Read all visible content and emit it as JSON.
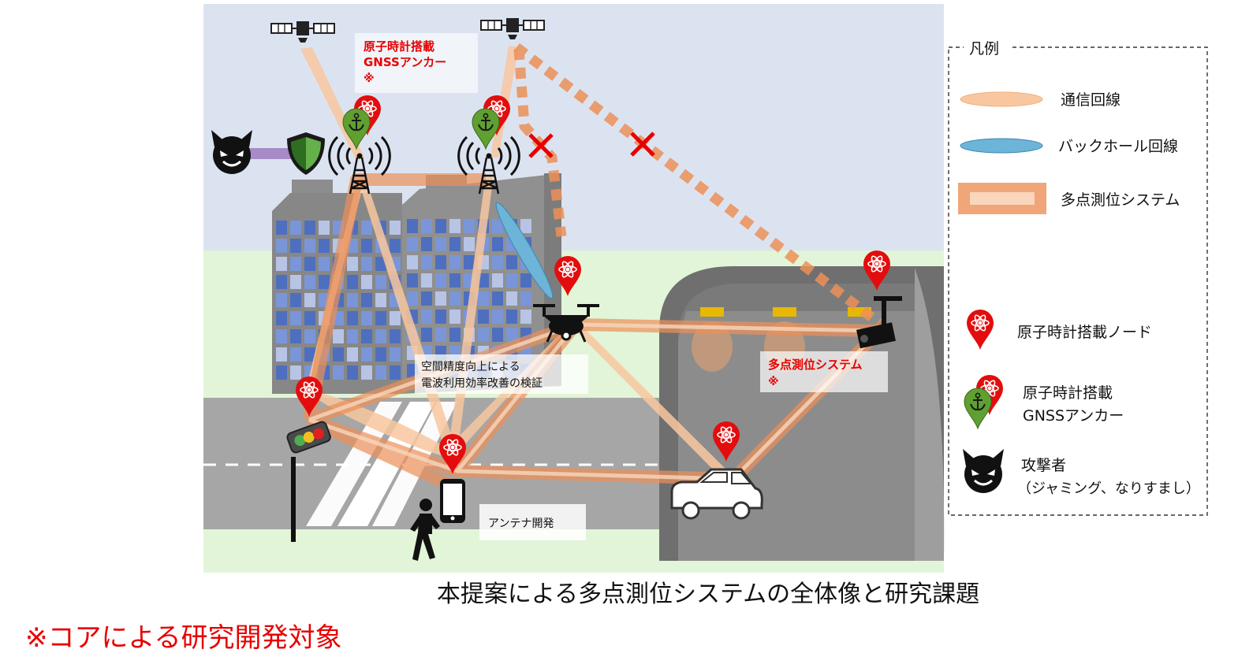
{
  "diagram": {
    "anchor_note": {
      "line1": "原子時計搭載",
      "line2": "GNSSアンカー",
      "mark": "※"
    },
    "verify_note": {
      "line1": "空間精度向上による",
      "line2": "電波利用効率改善の検証"
    },
    "multipoint_note": {
      "line1": "多点測位システム",
      "mark": "※"
    },
    "antenna_note": {
      "text": "アンテナ開発"
    }
  },
  "legend": {
    "title": "凡例",
    "comm_line": "通信回線",
    "backhaul_line": "バックホール回線",
    "multipoint": "多点測位システム",
    "atomic_node": "原子時計搭載ノード",
    "anchor_line1": "原子時計搭載",
    "anchor_line2": "GNSSアンカー",
    "attacker_line1": "攻撃者",
    "attacker_line2": "（ジャミング、なりすまし）"
  },
  "caption": "本提案による多点測位システムの全体像と研究課題",
  "footnote": "※コアによる研究開発対象",
  "colors": {
    "sky": "#dce3f0",
    "grass": "#e2f5d8",
    "road": "#a6a6a6",
    "comm": "#f8c7a0",
    "backhaul": "#6cb4d8",
    "multipoint": "#ec9058",
    "pin": "#e30d0d",
    "anchor": "#5fa030",
    "red_text": "#e60000"
  },
  "icons": [
    "satellite-icon",
    "antenna-tower-icon",
    "atom-pin-icon",
    "anchor-pin-icon",
    "devil-icon",
    "shield-icon",
    "drone-icon",
    "camera-icon",
    "traffic-light-icon",
    "car-icon",
    "pedestrian-icon",
    "smartphone-icon",
    "cross-icon"
  ]
}
